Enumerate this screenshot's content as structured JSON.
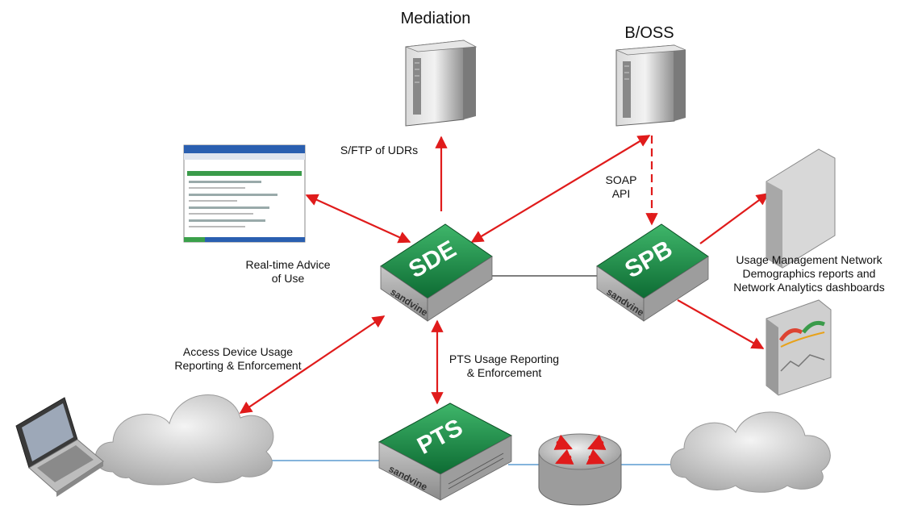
{
  "labels": {
    "mediation": "Mediation",
    "boss": "B/OSS",
    "sftp": "S/FTP of UDRs",
    "soap_line1": "SOAP",
    "soap_line2": "API",
    "realtime_line1": "Real-time Advice",
    "realtime_line2": "of Use",
    "access_line1": "Access Device Usage",
    "access_line2": "Reporting & Enforcement",
    "pts_line1": "PTS Usage Reporting",
    "pts_line2": "& Enforcement",
    "usage_line1": "Usage Management Network",
    "usage_line2": "Demographics reports and",
    "usage_line3": "Network Analytics dashboards"
  },
  "devices": {
    "sde": "SDE",
    "spb": "SPB",
    "pts": "PTS",
    "brand": "sandvine"
  },
  "colors": {
    "arrow": "#e01b1b",
    "link": "#3a88c8",
    "device_green": "#178a45",
    "device_body": "#b9b9b9"
  }
}
